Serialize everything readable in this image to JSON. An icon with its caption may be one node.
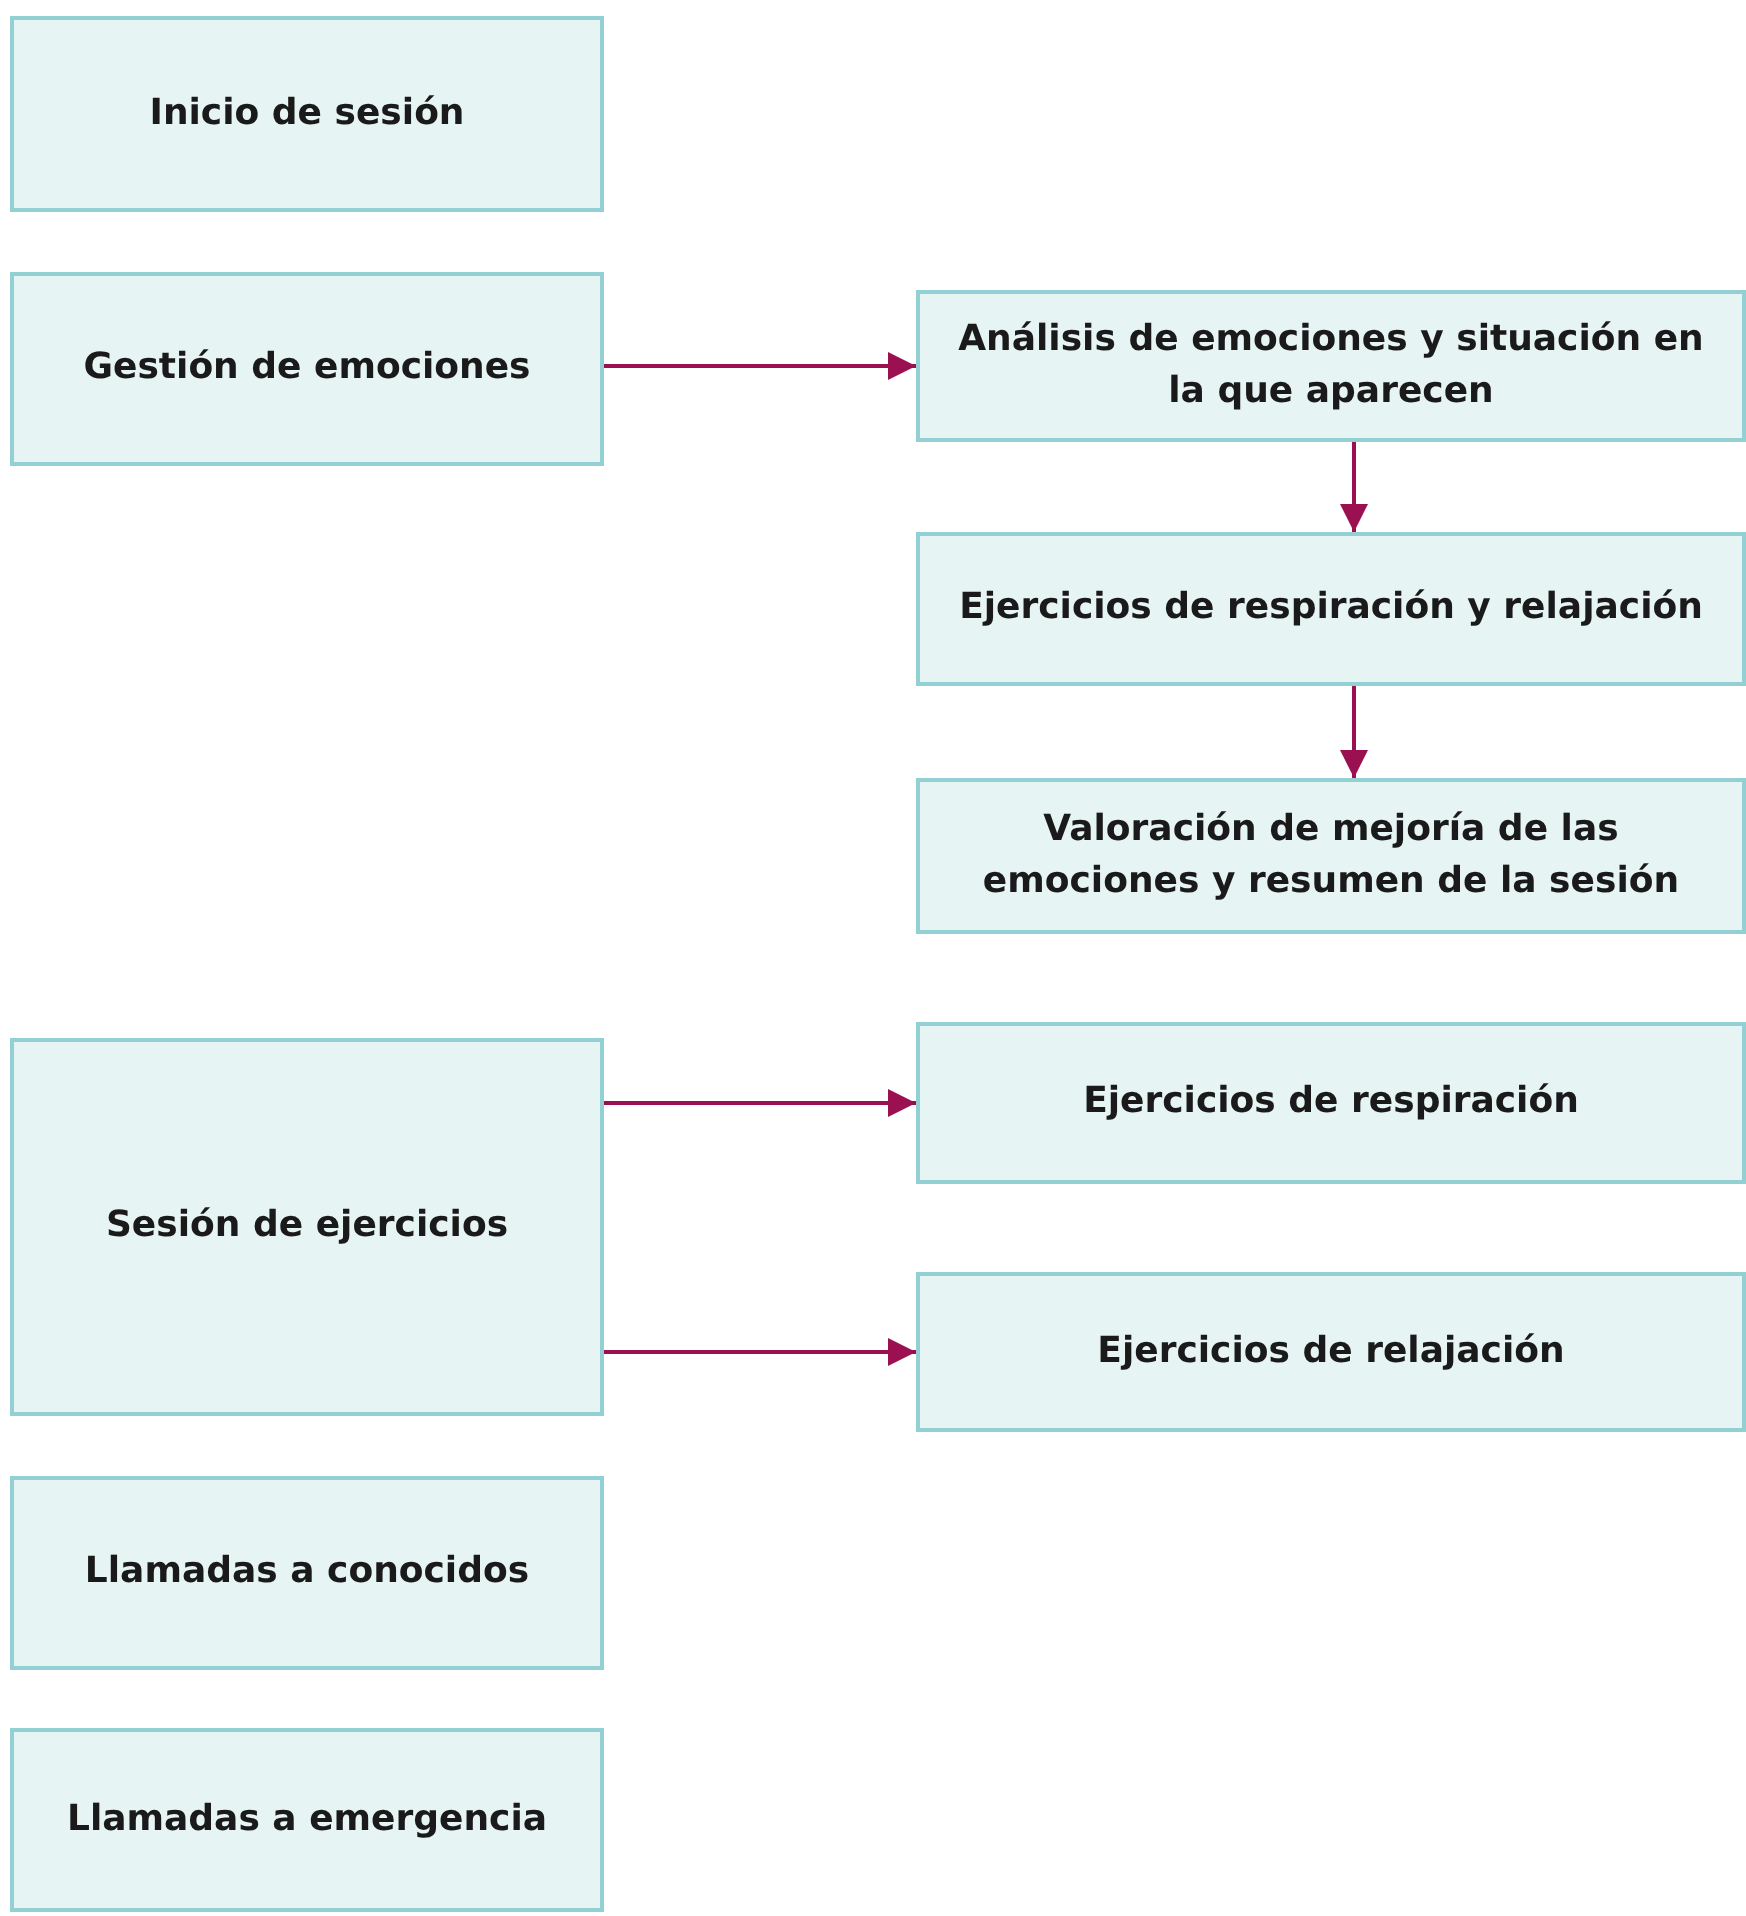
{
  "diagram": {
    "nodes": [
      {
        "text": [
          "Inicio de sesión"
        ]
      },
      {
        "text": [
          "Gestión de emociones"
        ]
      },
      {
        "text": [
          "Análisis de emociones y situación en la que aparecen"
        ]
      },
      {
        "text": [
          "Ejercicios de respiración y relajación"
        ]
      },
      {
        "text": [
          "Valoración de mejoría de las emociones y resumen de la sesión"
        ]
      },
      {
        "text": [
          "Sesión de ejercicios"
        ]
      },
      {
        "text": [
          "Ejercicios de respiración"
        ]
      },
      {
        "text": [
          "Ejercicios de relajación"
        ]
      },
      {
        "text": [
          "Llamadas a conocidos"
        ]
      },
      {
        "text": [
          "Llamadas a emergencia"
        ]
      }
    ],
    "edges": [
      {
        "from": 1,
        "to": 2,
        "arrow": "to"
      },
      {
        "from": 2,
        "to": 3,
        "arrow": "to"
      },
      {
        "from": 3,
        "to": 4,
        "arrow": "to"
      },
      {
        "from": 5,
        "to": 6,
        "arrow": "to"
      },
      {
        "from": 5,
        "to": 7,
        "arrow": "to"
      }
    ]
  }
}
